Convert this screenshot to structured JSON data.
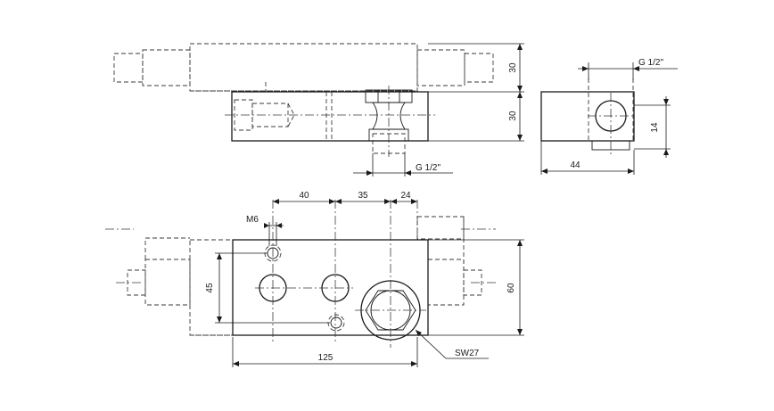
{
  "dimensions": {
    "top_height_upper": "30",
    "top_height_lower": "30",
    "top_thread": "G 1/2\"",
    "side_thread": "G 1/2\"",
    "side_height": "14",
    "side_width": "44",
    "pitch_1": "40",
    "pitch_2": "35",
    "pitch_3": "24",
    "hole_size": "M6",
    "hole_spacing": "45",
    "block_height": "60",
    "block_length": "125",
    "wrench_size": "SW27"
  }
}
